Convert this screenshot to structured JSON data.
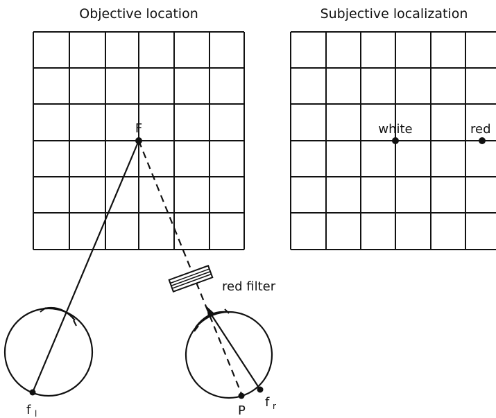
{
  "left_panel": {
    "title": "Objective location",
    "fixation_label": "F",
    "left_fovea_label": "f",
    "left_fovea_subscript": "l",
    "right_fovea_label": "f",
    "right_fovea_subscript": "r",
    "point_label": "P",
    "filter_label": "red filter"
  },
  "right_panel": {
    "title": "Subjective localization",
    "white_label": "white",
    "red_label": "red"
  }
}
